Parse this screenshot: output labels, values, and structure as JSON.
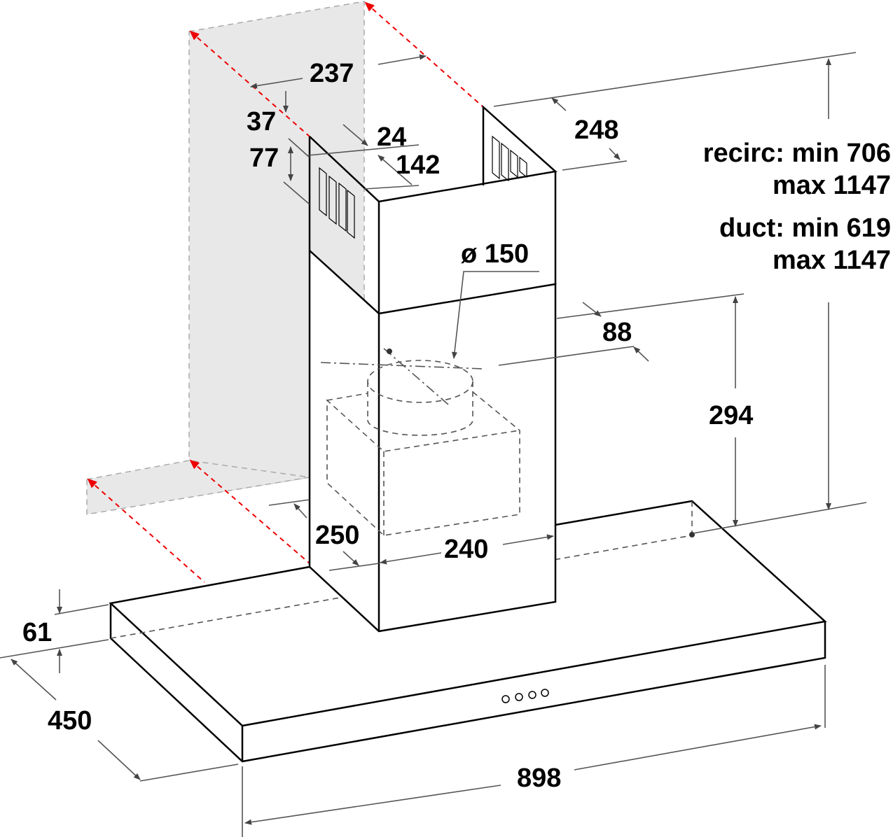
{
  "diagram": {
    "labels": {
      "d237": "237",
      "d37": "37",
      "d24": "24",
      "d77": "77",
      "d142": "142",
      "d248": "248",
      "recirc_min": "recirc: min 706",
      "recirc_max": "max 1147",
      "duct_min": "duct: min 619",
      "duct_max": "max 1147",
      "diameter": "ø 150",
      "d88": "88",
      "d294": "294",
      "d250": "250",
      "d240": "240",
      "d61": "61",
      "d450": "450",
      "d898": "898"
    },
    "colors": {
      "mounting_lines": "#e00000",
      "wall": "#e8e8e8"
    }
  }
}
